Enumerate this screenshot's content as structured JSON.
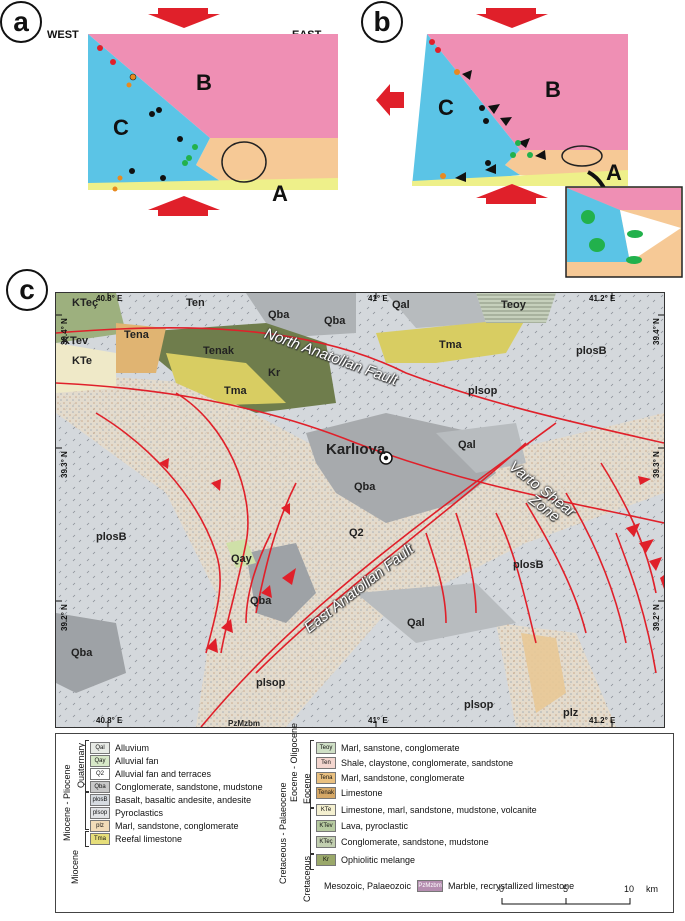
{
  "panels": {
    "a": {
      "letter": "a",
      "west": "WEST",
      "east": "EAST",
      "block_b": "B",
      "block_c": "C",
      "block_a": "A"
    },
    "b": {
      "letter": "b",
      "block_b": "B",
      "block_c": "C",
      "block_a": "A"
    },
    "c": {
      "letter": "c"
    }
  },
  "colors": {
    "pink": "#ef8fb4",
    "blue": "#5bc4e6",
    "peach": "#f6c996",
    "yellow": "#eef08a",
    "arrow": "#e0202a",
    "dot_green": "#22b14c"
  },
  "map": {
    "ticks_top": [
      "40.8° E",
      "41° E",
      "41.2° E"
    ],
    "ticks_bottom": [
      "40.8° E",
      "41° E",
      "41.2° E"
    ],
    "ticks_left": [
      "39.4° N",
      "39.3° N",
      "39.2° N"
    ],
    "ticks_right": [
      "39.4° N",
      "39.3° N",
      "39.2° N"
    ],
    "units": [
      "KTeç",
      "Ten",
      "Qba",
      "Qal",
      "Teoy",
      "KTev",
      "Tena",
      "Qba",
      "KTe",
      "Tenak",
      "Tma",
      "plosB",
      "Kr",
      "Tma",
      "plsop",
      "Qal",
      "Qba",
      "plosB",
      "Q2",
      "Qay",
      "plosB",
      "Qba",
      "Qba",
      "Qal",
      "plsop",
      "plsop",
      "plz",
      "PzMzbm"
    ],
    "town": "Karlıova",
    "fault_naf": "North Anatolian Fault",
    "fault_eaf": "East Anatolian Fault",
    "fault_varto_1": "Varto Shear",
    "fault_varto_2": "Zone"
  },
  "legend": {
    "groups": {
      "quaternary": "Quaternary",
      "mio_plio": "Miocene - Pliocene",
      "miocene": "Miocene",
      "eo_oligo": "Eocene - Oligocene",
      "eocene": "Eocene",
      "cret_pal": "Cretaceous - Palaeocene",
      "cretaceous": "Cretaceous"
    },
    "left": [
      {
        "code": "Qal",
        "text": "Alluvium",
        "color": "#e8ebe6"
      },
      {
        "code": "Qay",
        "text": "Alluvial fan",
        "color": "#d8e8c8"
      },
      {
        "code": "Q2",
        "text": "Alluvial fan and terraces",
        "color": "#ffffff"
      },
      {
        "code": "Qba",
        "text": "Conglomerate, sandstone, mudstone",
        "color": "#c8c8c8"
      },
      {
        "code": "plosB",
        "text": "Basalt, basaltic andesite, andesite",
        "color": "#d6dbe0"
      },
      {
        "code": "plsop",
        "text": "Pyroclastics",
        "color": "#e2e4e6"
      },
      {
        "code": "plz",
        "text": "Marl, sandstone, conglomerate",
        "color": "#f2dcb8"
      },
      {
        "code": "Tma",
        "text": "Reefal limestone",
        "color": "#e6de7a"
      }
    ],
    "right": [
      {
        "code": "Teoy",
        "text": "Marl, sanstone, conglomerate",
        "color": "#cfe0c6"
      },
      {
        "code": "Ten",
        "text": "Shale, claystone, conglomerate, sandstone",
        "color": "#f4d6cf"
      },
      {
        "code": "Tena",
        "text": "Marl, sandstone, conglomerate",
        "color": "#e9c080"
      },
      {
        "code": "Tenak",
        "text": "Limestone",
        "color": "#d6a866"
      },
      {
        "code": "KTe",
        "text": "Limestone, marl, sandstone, mudstone, volcanite",
        "color": "#f4f0d0"
      },
      {
        "code": "KTev",
        "text": "Lava, pyroclastic",
        "color": "#b6caa0"
      },
      {
        "code": "KTeç",
        "text": "Conglomerate, sandstone, mudstone",
        "color": "#c2cfb0"
      },
      {
        "code": "Kr",
        "text": "Ophiolitic melange",
        "color": "#9aa86a"
      }
    ],
    "meso": {
      "code": "PzMzbm",
      "text": "Marble, recrystallized limestone",
      "prefix": "Mesozoic, Palaeozoic",
      "color": "#b58db0"
    },
    "scale": {
      "l0": "0",
      "l5": "5",
      "l10": "10",
      "unit": "km"
    }
  }
}
